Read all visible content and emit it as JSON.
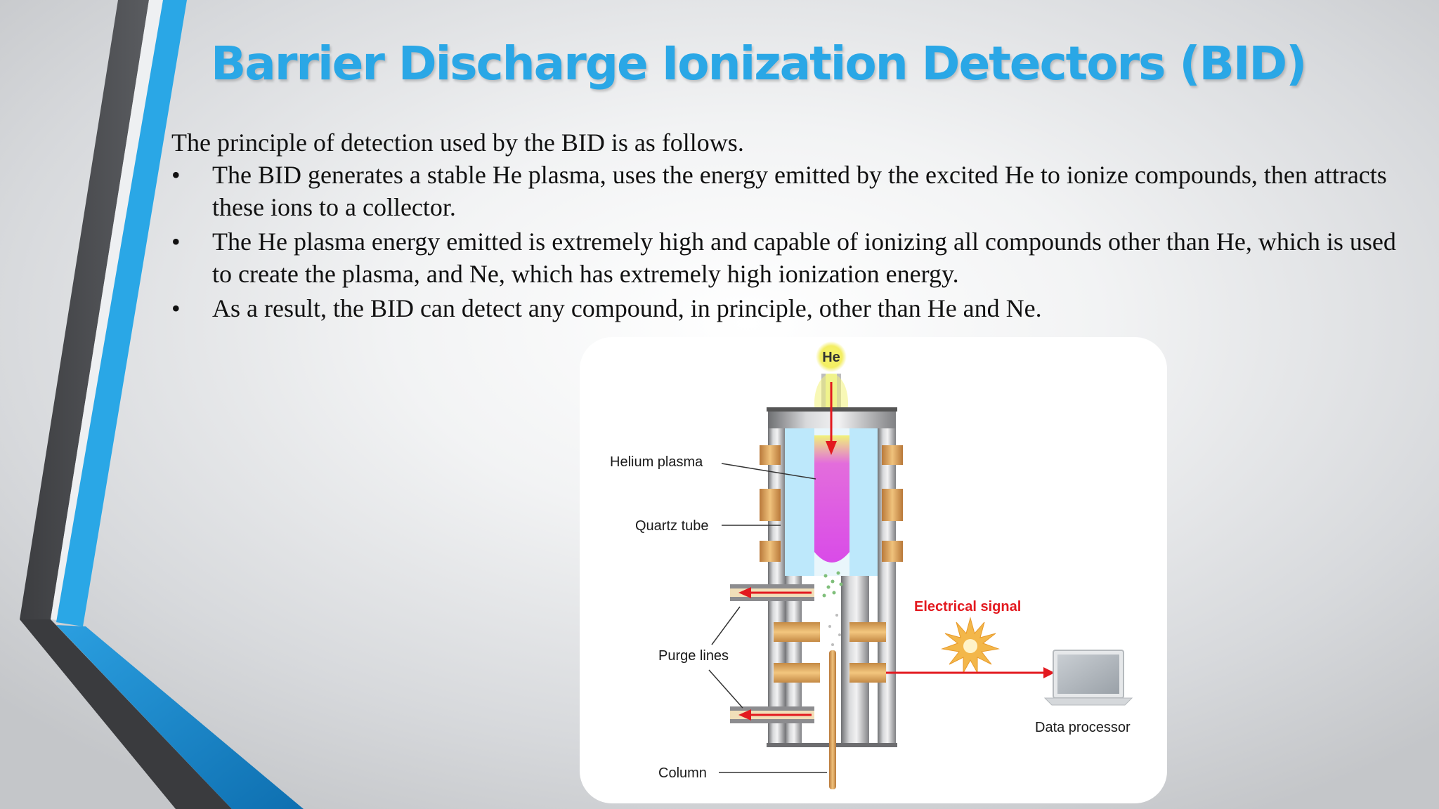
{
  "slide": {
    "title": "Barrier Discharge Ionization Detectors (BID)",
    "intro": "The principle of detection used by the BID is as follows.",
    "bullet_char": "•",
    "bullets": [
      "The BID generates a stable He plasma, uses the energy emitted by the excited He to ionize compounds, then attracts these ions to a collector.",
      "The He plasma energy emitted is extremely high and capable of ionizing all compounds other than He, which is used to create the plasma, and Ne, which has extremely high ionization energy.",
      "As a result, the BID can detect any compound, in principle, other than He and Ne."
    ]
  },
  "diagram": {
    "labels": {
      "he": "He",
      "helium_plasma": "Helium plasma",
      "quartz_tube": "Quartz tube",
      "purge_lines": "Purge lines",
      "column": "Column",
      "electrical_signal": "Electrical signal",
      "data_processor": "Data processor"
    }
  },
  "colors": {
    "title": "#2aa7e6",
    "accent_blue": "#1e9fe0",
    "deco_gray": "#4d4f52",
    "plasma": "#d94be8",
    "quartz": "#bde8fb",
    "electrode": "#d8a45a",
    "signal_red": "#e3191f"
  }
}
